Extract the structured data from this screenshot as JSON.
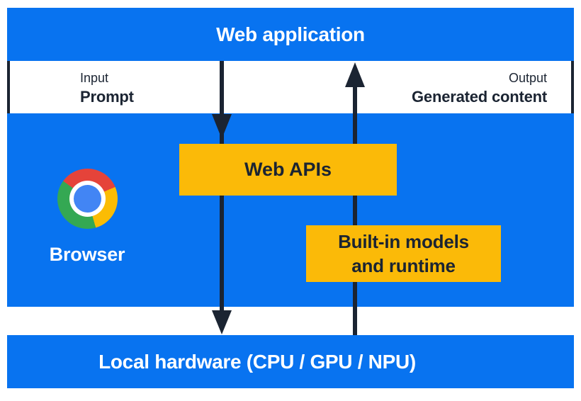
{
  "diagram": {
    "title_bar": "Web application",
    "io": {
      "input_label": "Input",
      "input_value": "Prompt",
      "output_label": "Output",
      "output_value": "Generated content"
    },
    "browser": {
      "label": "Browser",
      "web_apis": "Web APIs",
      "builtin_line1": "Built-in models",
      "builtin_line2": "and runtime"
    },
    "hardware_bar": "Local hardware (CPU / GPU / NPU)"
  },
  "icons": {
    "browser_logo": "chrome-logo-icon",
    "down_flow": "arrow-down-icon",
    "up_flow": "arrow-up-icon"
  },
  "colors": {
    "blue": "#0873f0",
    "yellow": "#fbba08",
    "dark": "#1b2432",
    "chrome_red": "#e5433a",
    "chrome_yellow": "#fbbc04",
    "chrome_green": "#34a853",
    "chrome_blue": "#4285f4"
  }
}
